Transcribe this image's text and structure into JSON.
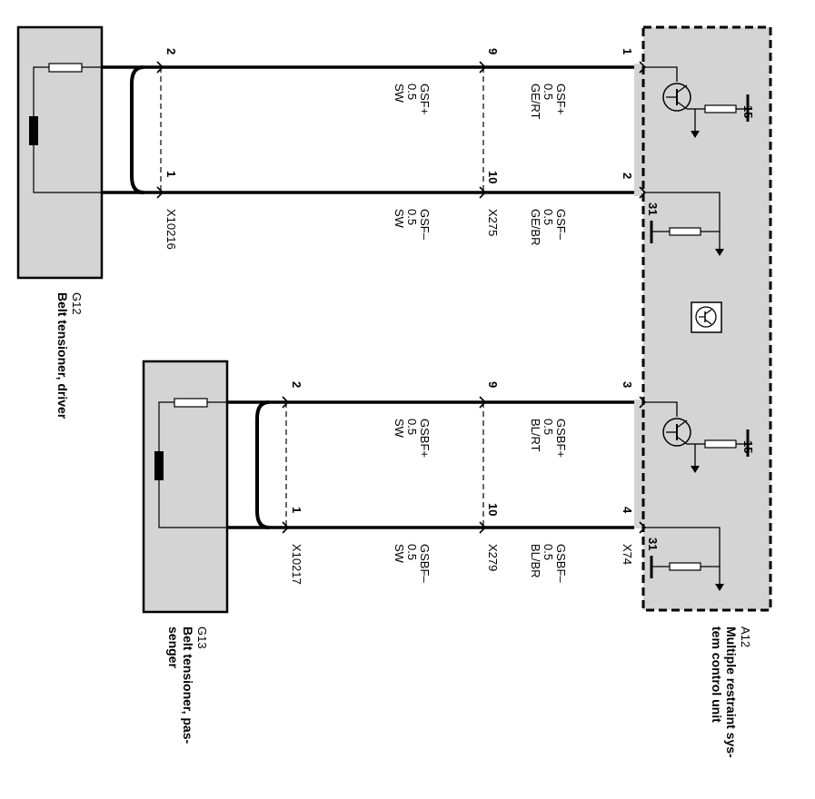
{
  "colors": {
    "module_fill": "#d4d4d4",
    "wire": "#000000",
    "background": "#ffffff"
  },
  "components": {
    "g12": {
      "id": "G12",
      "name": "Belt tensioner, driver"
    },
    "g13": {
      "id": "G13",
      "name": "Belt tensioner, pas-",
      "name2": "senger"
    },
    "a12": {
      "id": "A12",
      "name": "Multiple restraint sys-",
      "name2": "tem control unit"
    }
  },
  "connectors": {
    "x10216": "X10216",
    "x10217": "X10217",
    "x275": "X275",
    "x279": "X279",
    "x74": "X74"
  },
  "pins": {
    "g12_top": "2",
    "g12_bot": "1",
    "g13_top": "2",
    "g13_bot": "1",
    "x275_top": "9",
    "x275_bot": "10",
    "x279_top": "9",
    "x279_bot": "10",
    "a12_1": "1",
    "a12_2": "2",
    "a12_3": "3",
    "a12_4": "4"
  },
  "wires": {
    "w1_left": {
      "signal": "GSF+",
      "size": "0.5",
      "color": "SW"
    },
    "w1_right": {
      "signal": "GSF+",
      "size": "0.5",
      "color": "GE/RT"
    },
    "w2_left": {
      "signal": "GSF–",
      "size": "0.5",
      "color": "SW"
    },
    "w2_right": {
      "signal": "GSF–",
      "size": "0.5",
      "color": "GE/BR"
    },
    "w3_left": {
      "signal": "GSBF+",
      "size": "0.5",
      "color": "SW"
    },
    "w3_right": {
      "signal": "GSBF+",
      "size": "0.5",
      "color": "BL/RT"
    },
    "w4_left": {
      "signal": "GSBF–",
      "size": "0.5",
      "color": "SW"
    },
    "w4_right": {
      "signal": "GSBF–",
      "size": "0.5",
      "color": "BL/BR"
    }
  },
  "terminals": {
    "t15_upper": "15",
    "t31_upper": "31",
    "t15_lower": "15",
    "t31_lower": "31"
  }
}
